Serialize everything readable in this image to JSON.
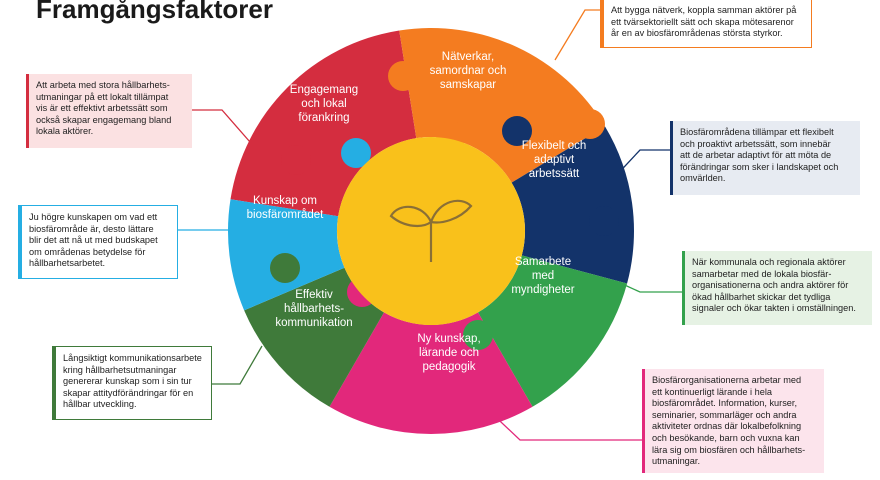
{
  "title": "Framgångsfaktorer",
  "colors": {
    "red": "#d42d3f",
    "orange": "#f47c20",
    "navy": "#13336a",
    "green": "#33a14c",
    "magenta": "#e2287b",
    "darkgreen": "#3f7a3a",
    "cyan": "#25aee3",
    "center": "#f9c11b",
    "leaf": "#8a6f36"
  },
  "center_icon": "sprout-icon",
  "segments": {
    "engagemang": "Engagemang\noch lokal\nförankring",
    "natverkar": "Nätverkar,\nsamordnar och\nsamskapar",
    "flexibelt": "Flexibelt och\nadaptivt\narbetssätt",
    "samarbete": "Samarbete\nmed\nmyndigheter",
    "nykunskap": "Ny kunskap,\nlärande och\npedagogik",
    "effektiv": "Effektiv\nhållbarhets-\nkommunikation",
    "kunskap": "Kunskap om\nbiosfärområdet"
  },
  "descriptions": {
    "engagemang": "Att arbeta med stora hållbarhets-\nutmaningar på ett lokalt tillämpat\nvis är ett effektivt arbetssätt som\nockså skapar engagemang bland\nlokala aktörer.",
    "natverkar": "Att bygga nätverk, koppla samman aktörer på\nett tvärsektoriellt sätt och skapa mötesarenor\når en av biosfärområdenas största styrkor.",
    "flexibelt": "Biosfärområdena tillämpar ett flexibelt\noch proaktivt arbetssätt, som innebär\natt de arbetar adaptivt för att möta de\nförändringar som sker i landskapet och\nomvärlden.",
    "kunskap": "Ju högre kunskapen om vad ett\nbiosfärområde är, desto lättare\nblir det att nå ut med budskapet\nom områdenas betydelse för\nhållbarhetsarbetet.",
    "samarbete": "När kommunala och regionala aktörer\nsamarbetar med de lokala biosfär-\norganisationerna och andra aktörer för\nökad hållbarhet skickar det tydliga\nsignaler och ökar takten i omställningen.",
    "effektiv": "Långsiktigt kommunikationsarbete\nkring hållbarhetsutmaningar\ngenererar kunskap som i sin tur\nskapar attitydförändringar för en\nhållbar utveckling.",
    "nykunskap": "Biosfärorganisationerna arbetar med\nett kontinuerligt lärande i hela\nbiosfärområdet. Information, kurser,\nseminarier, sommarläger och andra\naktiviteter ordnas där lokalbefolkning\noch besökande, barn och vuxna kan\nlära sig om biosfären och hållbarhets-\nutmaningar."
  }
}
